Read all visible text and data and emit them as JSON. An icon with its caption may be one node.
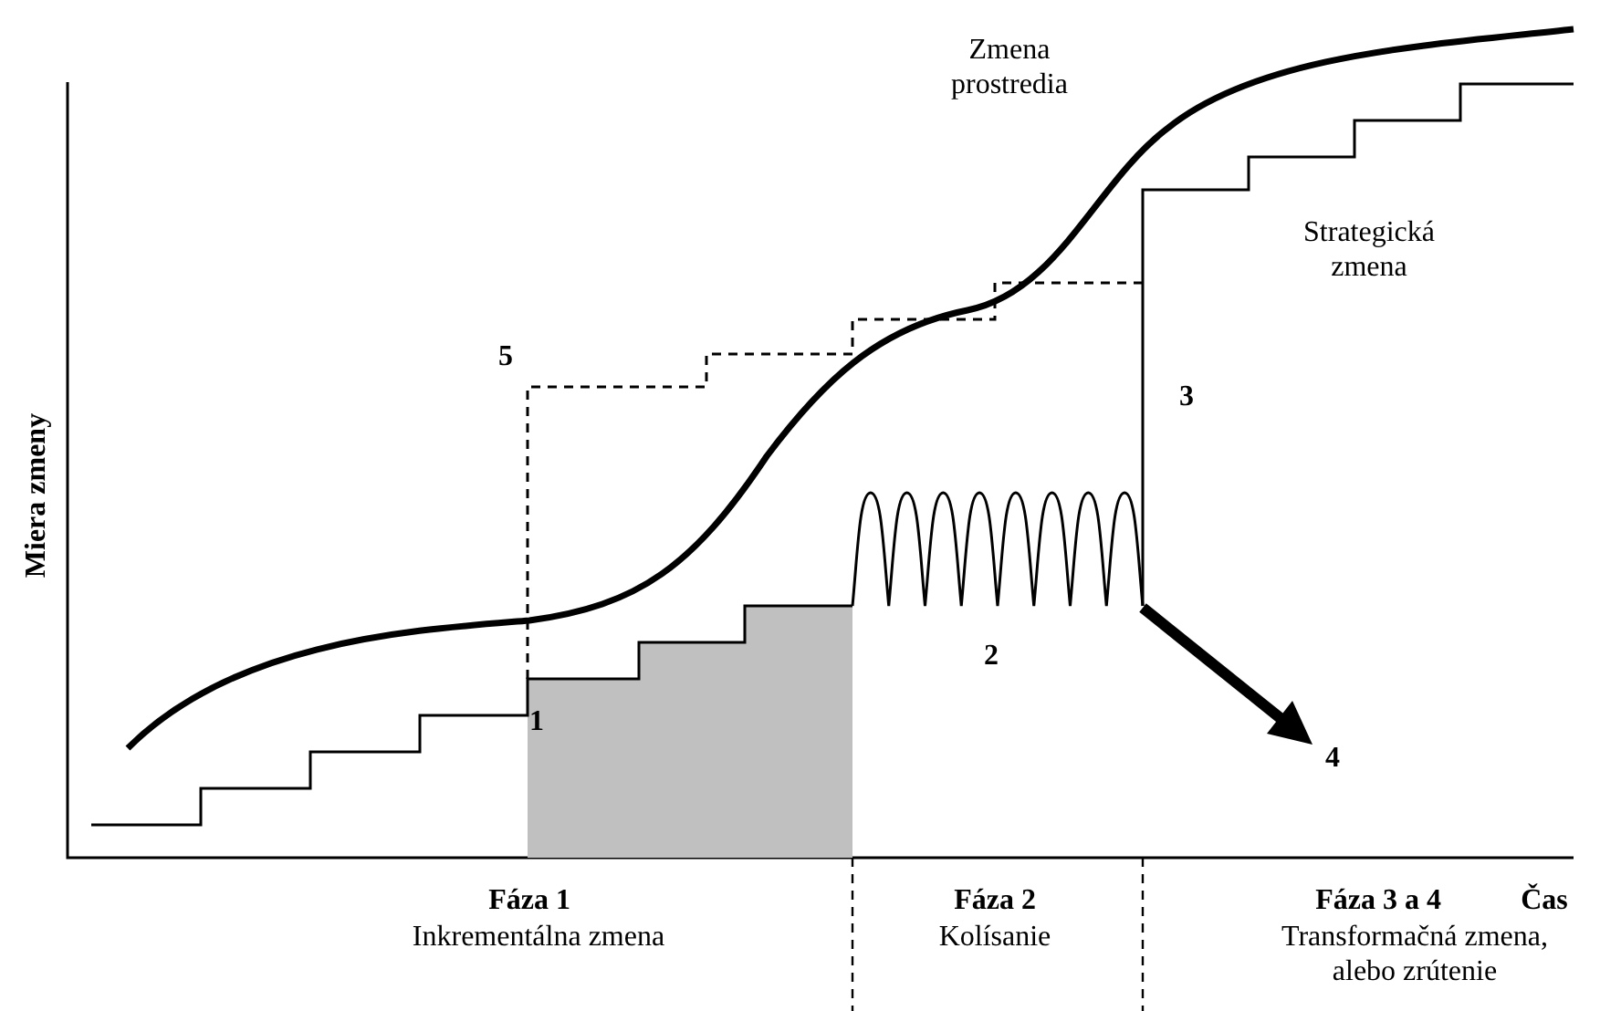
{
  "diagram": {
    "labels": [
      "Zmena prostredia",
      "Strategická zmena",
      "5",
      "3",
      "2",
      "1",
      "4",
      "Miera zmeny",
      "Fáza 1",
      "Inkrementálna zmena",
      "Fáza 2",
      "Kolísanie",
      "Fáza 3 a 4",
      "Čas",
      "Transformačná zmena, alebo zrútenie"
    ]
  }
}
